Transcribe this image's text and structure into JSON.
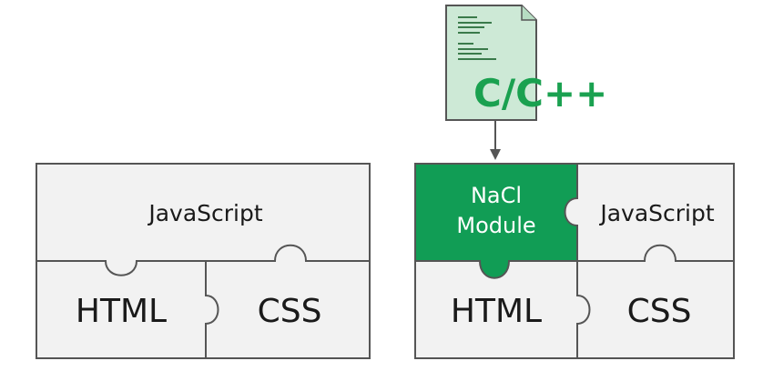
{
  "left_puzzle": {
    "javascript_label": "JavaScript",
    "html_label": "HTML",
    "css_label": "CSS"
  },
  "right_puzzle": {
    "nacl_label_line1": "NaCl",
    "nacl_label_line2": "Module",
    "javascript_label": "JavaScript",
    "html_label": "HTML",
    "css_label": "CSS"
  },
  "source_document": {
    "label": "C/C++",
    "icon": "document-icon"
  },
  "colors": {
    "puzzle_fill": "#f2f2f2",
    "outline": "#555555",
    "nacl_green": "#119d55",
    "label_green": "#1aa150",
    "document_fill": "#cde9d6",
    "document_lines": "#3a7a4a"
  }
}
